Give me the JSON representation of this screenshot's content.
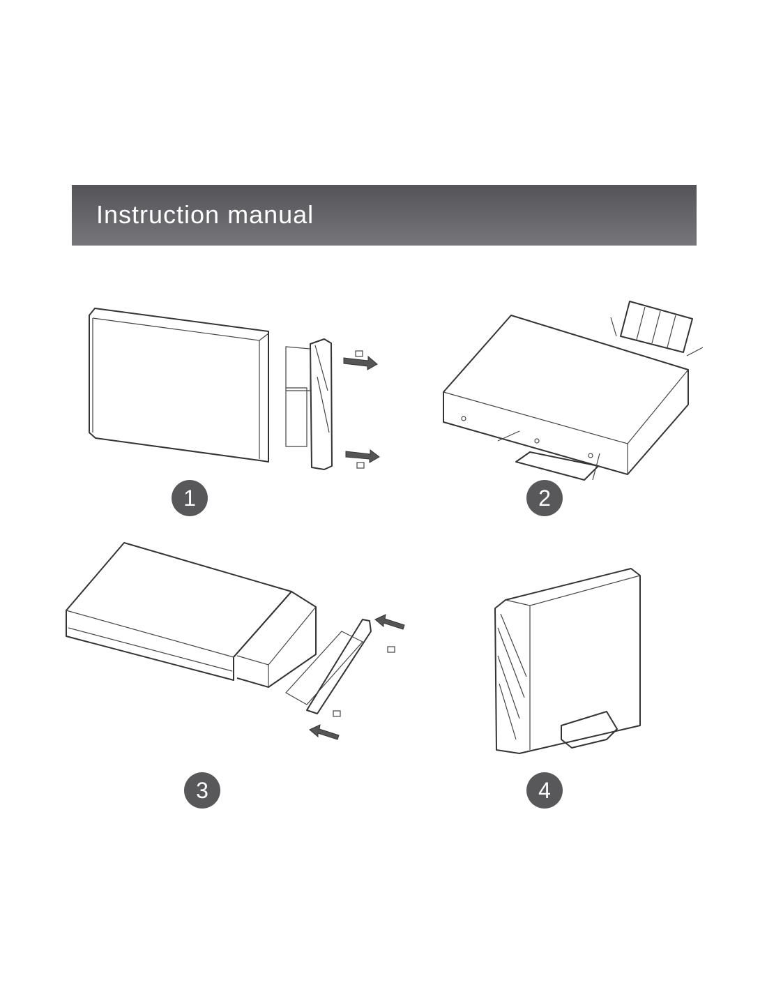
{
  "header": {
    "title": "Instruction manual"
  },
  "steps": [
    {
      "number": "1"
    },
    {
      "number": "2"
    },
    {
      "number": "3"
    },
    {
      "number": "4"
    }
  ],
  "colors": {
    "header_top": "#545357",
    "header_bottom": "#77767a",
    "step_badge": "#58575a"
  }
}
